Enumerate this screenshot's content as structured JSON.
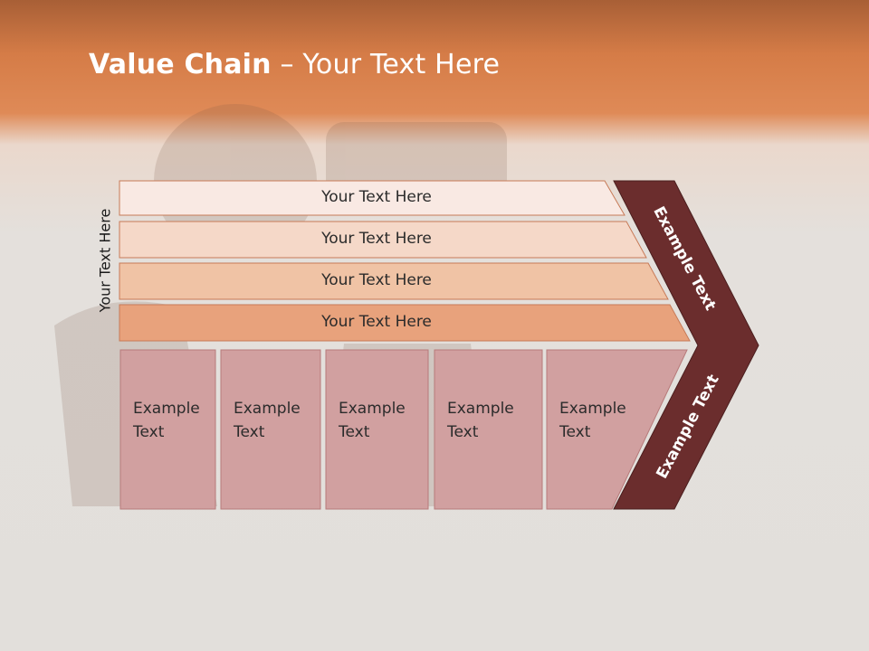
{
  "slide": {
    "title_bold": "Value Chain",
    "title_rest": " – Your Text Here",
    "side_label": "Your Text Here"
  },
  "rows": [
    {
      "label": "Your Text Here",
      "color": "#f9e9e3"
    },
    {
      "label": "Your Text Here",
      "color": "#f5d8c8"
    },
    {
      "label": "Your Text Here",
      "color": "#f0c3a5"
    },
    {
      "label": "Your Text Here",
      "color": "#e8a27c"
    }
  ],
  "boxes": [
    {
      "line1": "Example",
      "line2": "Text"
    },
    {
      "line1": "Example",
      "line2": "Text"
    },
    {
      "line1": "Example",
      "line2": "Text"
    },
    {
      "line1": "Example",
      "line2": "Text"
    },
    {
      "line1": "Example",
      "line2": "Text"
    }
  ],
  "arrow": {
    "upper_label": "Example Text",
    "lower_label": "Example Text",
    "color": "#6b2d2d"
  },
  "colors": {
    "box_fill": "#d1a0a0",
    "box_stroke": "#b77a7a",
    "row_stroke": "#c77a57",
    "title_bar": "#d57c47"
  }
}
